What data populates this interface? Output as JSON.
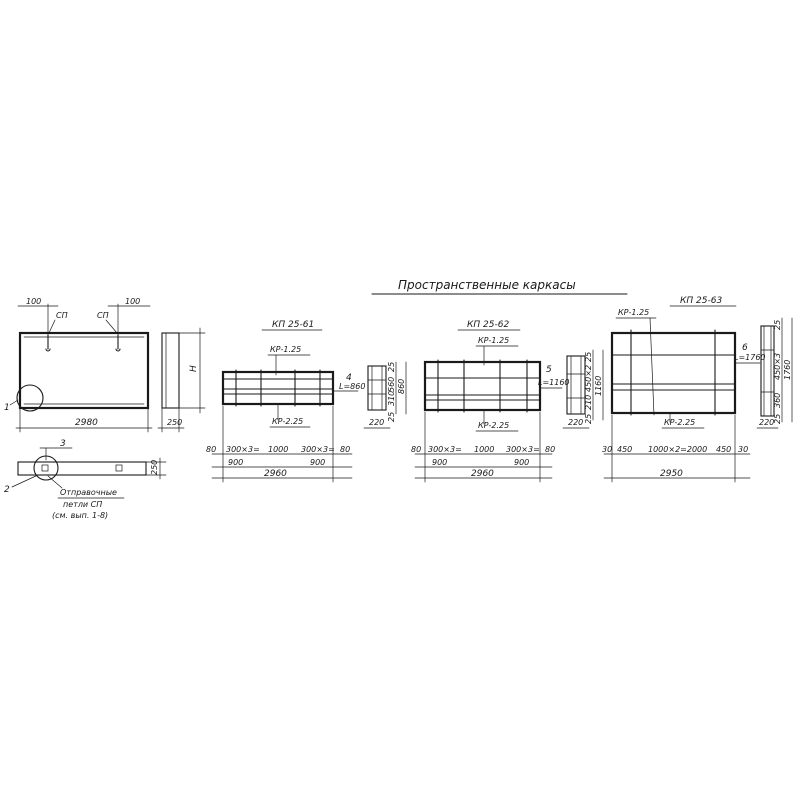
{
  "title": "Пространственные каркасы",
  "panel": {
    "dim_top_left": "100",
    "dim_top_right": "100",
    "lifting_loop_left": "СП",
    "lifting_loop_right": "СП",
    "length": "2980",
    "height_symbol": "Н",
    "thickness": "250",
    "callout_1": "1",
    "callout_2": "2",
    "callout_3": "3",
    "section_thickness": "250",
    "note_line1": "Отправочные",
    "note_line2": "петли СП",
    "note_line3": "(см. вып. 1-8)"
  },
  "frames": [
    {
      "mark": "КП 25-61",
      "top_label": "КР-1.25",
      "bottom_label": "КР-2.25",
      "seg_left": "300×3=",
      "seg_mid": "1000",
      "seg_right": "300×3=",
      "end_left": "80",
      "end_right": "80",
      "sub_left": "900",
      "sub_right": "900",
      "total": "2960",
      "callout": "4",
      "height_dim": "L=860",
      "side_width": "220",
      "side_v1": "25",
      "side_v2": "560",
      "side_v3": "860",
      "side_v4": "310",
      "side_v5": "25"
    },
    {
      "mark": "КП 25-62",
      "top_label": "КР-1.25",
      "bottom_label": "КР-2.25",
      "seg_left": "300×3=",
      "seg_mid": "1000",
      "seg_right": "300×3=",
      "end_left": "80",
      "end_right": "80",
      "sub_left": "900",
      "sub_right": "900",
      "total": "2960",
      "callout": "5",
      "height_dim": "L=1160",
      "side_width": "220",
      "side_v1": "25",
      "side_v2": "450×2",
      "side_v3": "1160",
      "side_v4": "210",
      "side_v5": "25"
    },
    {
      "mark": "КП 25-63",
      "top_label": "КР-1.25",
      "bottom_label": "КР-2.25",
      "seg_left": "450",
      "seg_mid": "1000×2=2000",
      "seg_right": "450",
      "end_left": "30",
      "end_right": "30",
      "total": "2950",
      "callout": "6",
      "height_dim": "L=1760",
      "side_width": "220",
      "side_v1": "25",
      "side_v2": "450×3",
      "side_v3": "1760",
      "side_v4": "360",
      "side_v5": "25"
    }
  ]
}
